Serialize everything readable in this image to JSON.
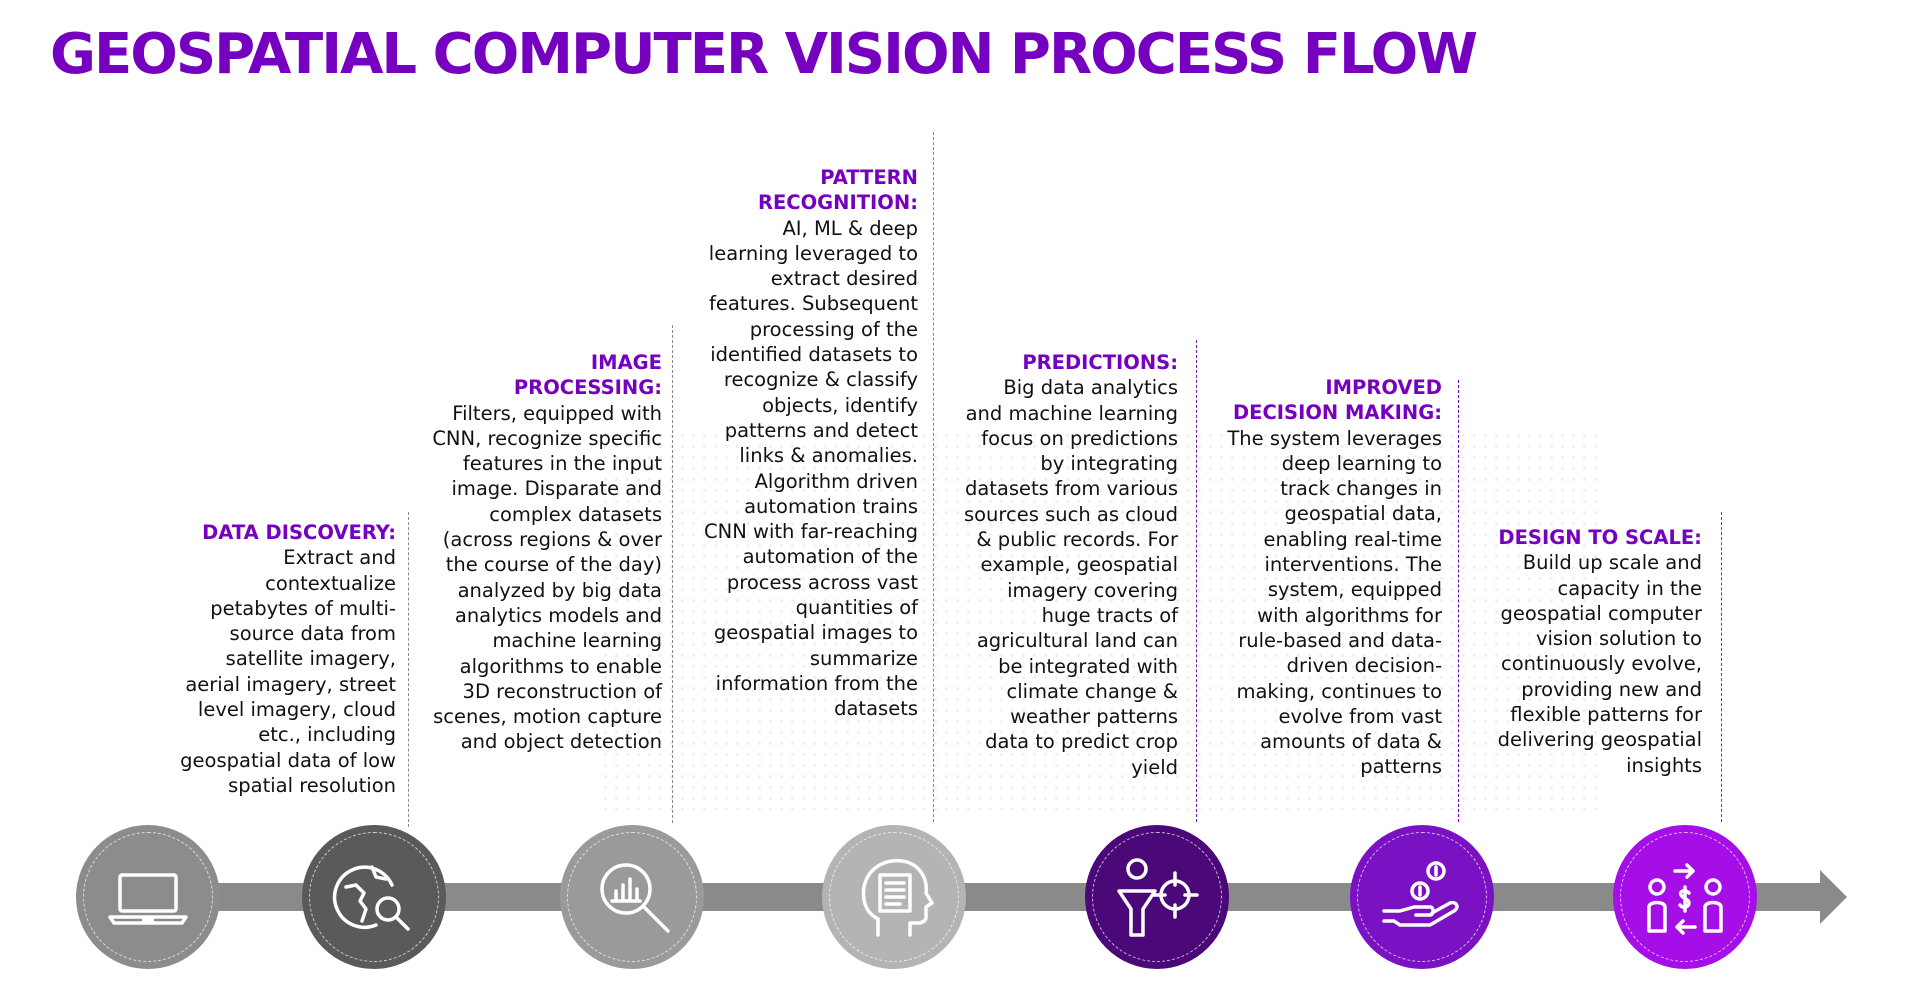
{
  "title": "GEOSPATIAL COMPUTER VISION PROCESS FLOW",
  "steps": [
    {
      "heading": "DATA DISCOVERY:",
      "body": "Extract and contextualize petabytes of multi-source data from satellite imagery, aerial imagery, street level imagery, cloud etc., including geospatial data of low spatial resolution",
      "icon": "laptop-icon",
      "color": "#8c8c8c"
    },
    {
      "heading": "IMAGE PROCESSING:",
      "body": "Filters, equipped with CNN, recognize specific features in the input image. Disparate and complex datasets (across regions & over the course of the day) analyzed by big data analytics models and machine learning algorithms to enable 3D reconstruction of scenes, motion capture and object detection",
      "icon": "globe-search-icon",
      "color": "#5a5a5a"
    },
    {
      "heading": "PATTERN RECOGNITION:",
      "body": "AI, ML & deep learning leveraged to extract desired features. Subsequent processing of the identified datasets to recognize & classify objects, identify patterns and detect links & anomalies. Algorithm driven automation trains CNN with far-reaching automation of the process across vast quantities of geospatial images to summarize information from the datasets",
      "icon": "magnifier-chart-icon",
      "color": "#9a9a9a"
    },
    {
      "heading": "PREDICTIONS:",
      "body": "Big data analytics and machine learning focus on predictions by integrating datasets from various sources such as cloud & public records. For example, geospatial imagery covering huge tracts of agricultural land can be integrated with climate change & weather patterns data to predict crop yield",
      "icon": "head-document-icon",
      "color": "#b4b4b4"
    },
    {
      "heading": "IMPROVED DECISION MAKING:",
      "body": "The system leverages deep learning to track changes in geospatial data, enabling real-time interventions. The system, equipped with algorithms for rule-based and data-driven decision-making, continues to evolve from vast amounts of data & patterns",
      "icon": "person-target-icon",
      "color": "#4b0878"
    },
    {
      "heading": "DESIGN TO SCALE:",
      "body": "Build up scale and capacity in the geospatial computer vision solution to continuously evolve, providing new and flexible patterns for delivering geospatial insights",
      "icon": "hand-coins-icon",
      "color": "#7a12c4"
    },
    {
      "icon": "exchange-people-icon",
      "color": "#a50ee6"
    }
  ]
}
